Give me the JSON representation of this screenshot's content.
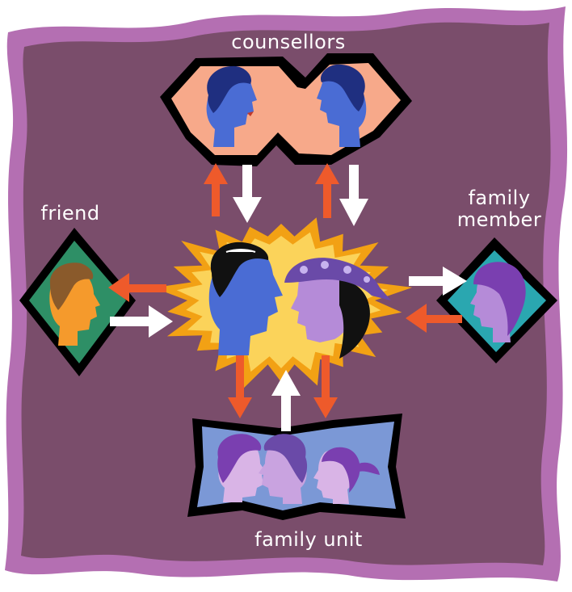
{
  "labels": {
    "counsellors": "counsellors",
    "friend": "friend",
    "family_member_line1": "family",
    "family_member_line2": "member",
    "family_unit": "family unit"
  },
  "colors": {
    "background_outer": "#b46fb2",
    "background_inner": "#7a4d6b",
    "burst_outer": "#f2a114",
    "burst_inner": "#fbd35a",
    "arrow_orange": "#ee5a2b",
    "arrow_white": "#ffffff",
    "counsellors_panel": "#f7a98a",
    "friend_panel": "#2e8f66",
    "family_member_panel": "#2aa7b0",
    "family_unit_panel": "#7b98d6",
    "face_blue": "#4a6cd4",
    "face_purple": "#b58bd8"
  },
  "icons": [
    "person-silhouette-icon",
    "arrow-icon",
    "starburst-icon"
  ]
}
